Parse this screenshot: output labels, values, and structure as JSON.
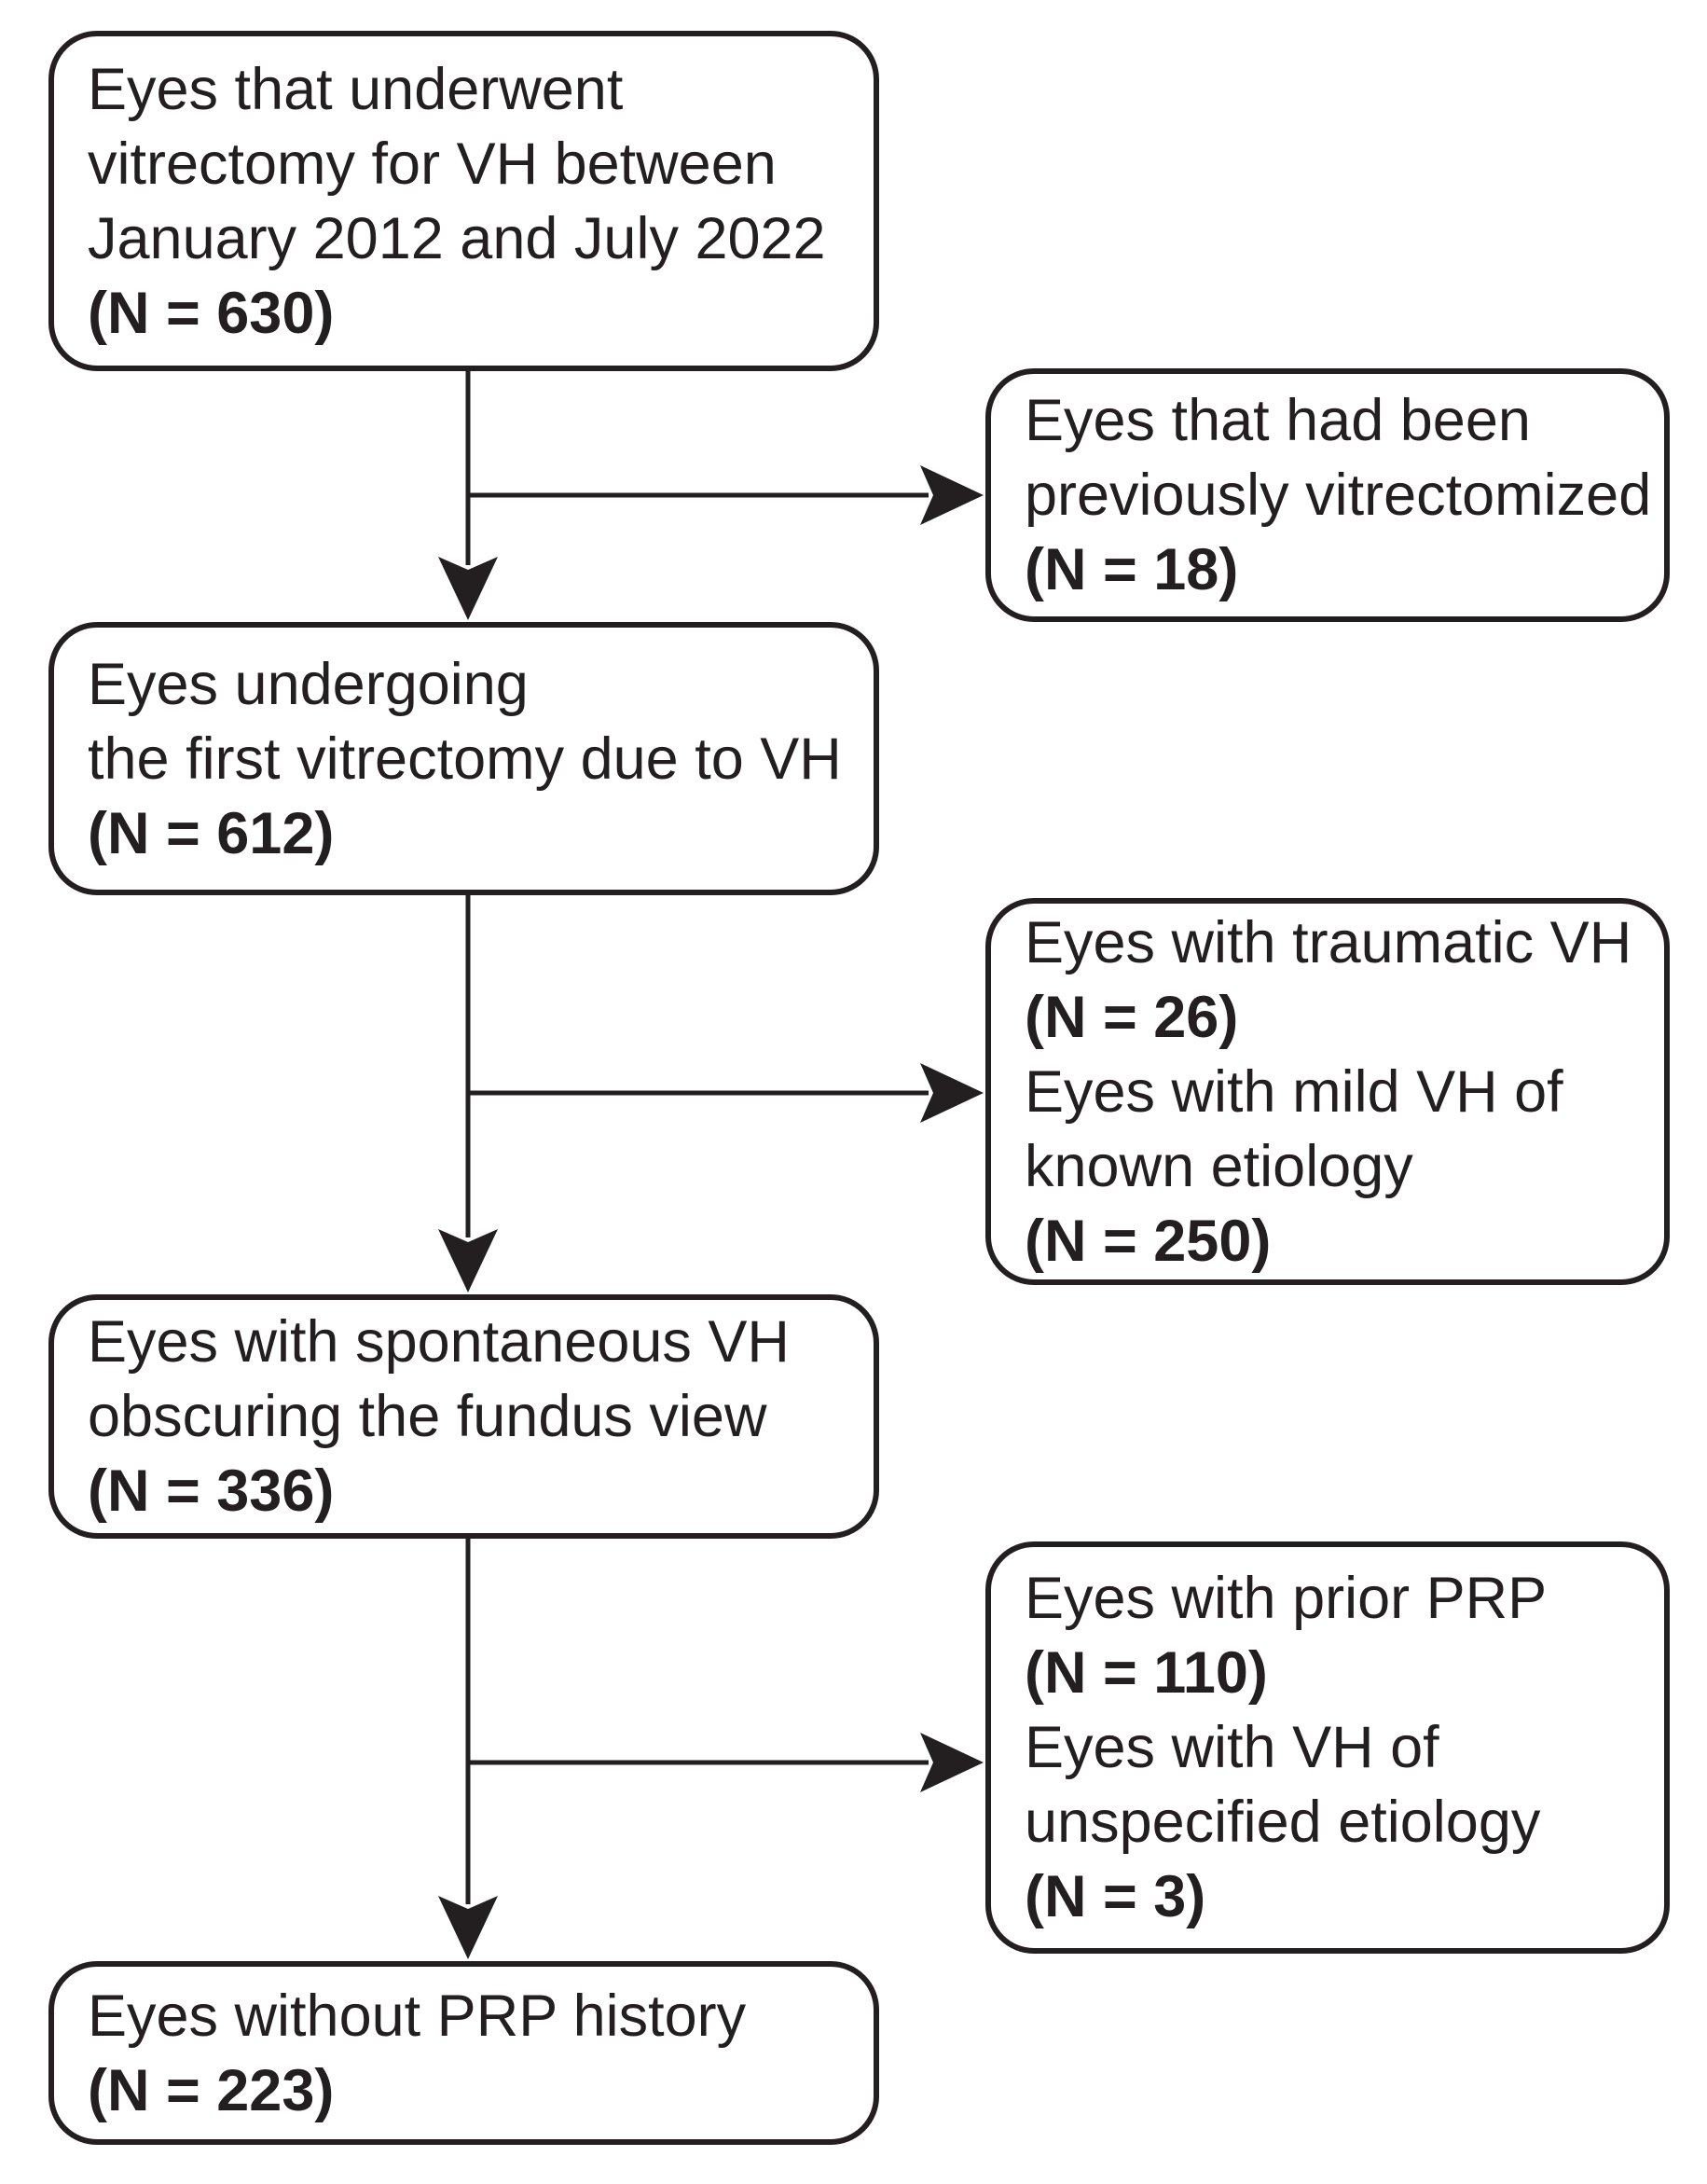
{
  "figure": {
    "kind": "patient-flow-diagram",
    "colors": {
      "ink": "#231f20",
      "background": "#ffffff"
    },
    "boxes": [
      {
        "id": "cohort-total",
        "lines": [
          {
            "text": "Eyes that underwent",
            "bold": false
          },
          {
            "text": "vitrectomy for VH between",
            "bold": false
          },
          {
            "text": "January 2012 and July 2022",
            "bold": false
          },
          {
            "text": "(N = 630)",
            "bold": true
          }
        ]
      },
      {
        "id": "excluded-previously-vitrectomized",
        "lines": [
          {
            "text": "Eyes that had been",
            "bold": false
          },
          {
            "text": "previously vitrectomized",
            "bold": false
          },
          {
            "text": "(N = 18)",
            "bold": true
          }
        ]
      },
      {
        "id": "first-vitrectomy",
        "lines": [
          {
            "text": "Eyes undergoing",
            "bold": false
          },
          {
            "text": "the first vitrectomy due to VH",
            "bold": false
          },
          {
            "text": "(N = 612)",
            "bold": true
          }
        ]
      },
      {
        "id": "excluded-traumatic-and-mild",
        "lines": [
          {
            "text": "Eyes with traumatic VH",
            "bold": false
          },
          {
            "text": "(N = 26)",
            "bold": true
          },
          {
            "text": "Eyes with mild VH of",
            "bold": false
          },
          {
            "text": "known etiology",
            "bold": false
          },
          {
            "text": "(N = 250)",
            "bold": true
          }
        ]
      },
      {
        "id": "spontaneous-vh",
        "lines": [
          {
            "text": "Eyes with spontaneous VH",
            "bold": false
          },
          {
            "text": "obscuring the fundus view",
            "bold": false
          },
          {
            "text": "(N = 336)",
            "bold": true
          }
        ]
      },
      {
        "id": "excluded-prp-and-unspecified",
        "lines": [
          {
            "text": "Eyes with prior PRP",
            "bold": false
          },
          {
            "text": "(N = 110)",
            "bold": true
          },
          {
            "text": "Eyes with VH of",
            "bold": false
          },
          {
            "text": "unspecified etiology",
            "bold": false
          },
          {
            "text": "(N = 3)",
            "bold": true
          }
        ]
      },
      {
        "id": "final-no-prp-history",
        "lines": [
          {
            "text": "Eyes without PRP history",
            "bold": false
          },
          {
            "text": "(N = 223)",
            "bold": true
          }
        ]
      }
    ]
  }
}
